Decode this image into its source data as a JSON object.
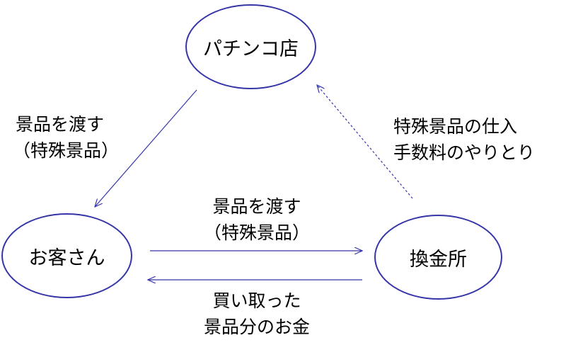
{
  "nodes": {
    "pachinko": "パチンコ店",
    "customer": "お客さん",
    "exchange": "換金所"
  },
  "edges": {
    "pachinko_to_customer": {
      "line1": "景品を渡す",
      "line2": "（特殊景品）"
    },
    "exchange_to_pachinko": {
      "line1": "特殊景品の仕入",
      "line2": "手数料のやりとり"
    },
    "customer_to_exchange": {
      "line1": "景品を渡す",
      "line2": "（特殊景品）"
    },
    "exchange_to_customer": {
      "line1": "買い取った",
      "line2": "景品分のお金"
    }
  },
  "colors": {
    "node_border": "#3535a8",
    "arrow": "#3535a8"
  }
}
